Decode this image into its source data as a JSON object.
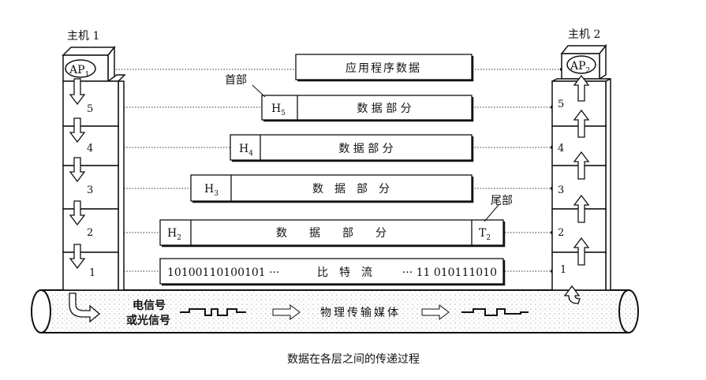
{
  "host1": {
    "label": "主机 1",
    "ap": "AP",
    "ap_sub": "1",
    "layers": [
      "5",
      "4",
      "3",
      "2",
      "1"
    ]
  },
  "host2": {
    "label": "主机 2",
    "ap": "AP",
    "ap_sub": "2",
    "layers": [
      "5",
      "4",
      "3",
      "2",
      "1"
    ]
  },
  "bars": {
    "app": "应用程序数据",
    "l5": {
      "h": "H",
      "sub": "5",
      "body": "数 据 部 分"
    },
    "l4": {
      "h": "H",
      "sub": "4",
      "body": "数 据 部 分"
    },
    "l3": {
      "h": "H",
      "sub": "3",
      "body": "数　据　部　分"
    },
    "l2": {
      "h": "H",
      "sub": "2",
      "body": "数　　据　　部　　分",
      "t": "T",
      "tsub": "2"
    },
    "l1": {
      "left": "10100110100101 ···",
      "mid": "比　特　流",
      "right": "··· 11 010111010"
    }
  },
  "annotations": {
    "header": "首部",
    "trailer": "尾部"
  },
  "medium": {
    "signal_line1": "电信号",
    "signal_line2": "或光信号",
    "label": "物理传输媒体"
  },
  "caption": "数据在各层之间的传递过程"
}
